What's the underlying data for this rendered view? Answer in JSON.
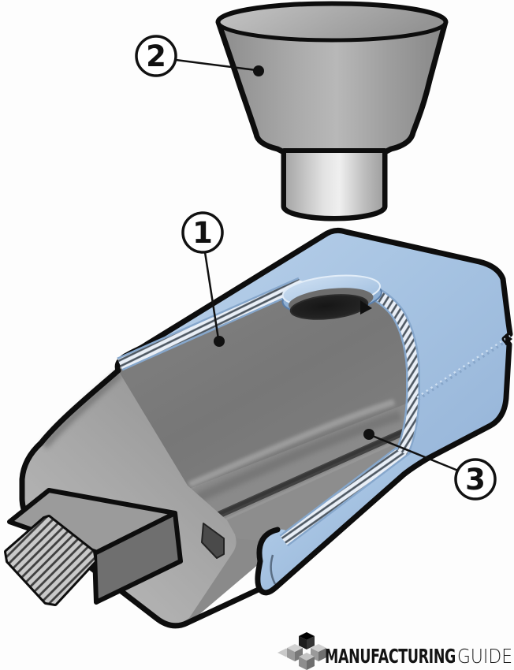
{
  "callouts": [
    {
      "number": "1"
    },
    {
      "number": "2"
    },
    {
      "number": "3"
    }
  ],
  "logo": {
    "text_bold": "MANUFACTURING",
    "text_light": "GUIDE",
    "mark": "isometric-cubes-logo-mark"
  },
  "colors": {
    "background": "#fdfdfd",
    "outline": "#0d0d0d",
    "mold_blue": "#a6c3e2",
    "mold_blue_light": "#b7cfe9",
    "mold_blue_dark": "#94b3d7",
    "collar_side": "#8fb0d4",
    "collar_top": "#c1d7ee",
    "hatch_background": "#e9eff7",
    "hatch_line": "#4e5862",
    "block_gray": "#8a8a8a",
    "block_top": "#7c7c7c",
    "block_end_face": "#aeaeae",
    "groove_dark": "#434343",
    "bar_side": "#6f6f6f",
    "bar_hatch_bg": "#c9c9c9",
    "cup_gray": "#a2a2a2",
    "hole_dark": "#1b1b1b",
    "callout_fill": "#ffffff",
    "callout_stroke": "#111111"
  }
}
